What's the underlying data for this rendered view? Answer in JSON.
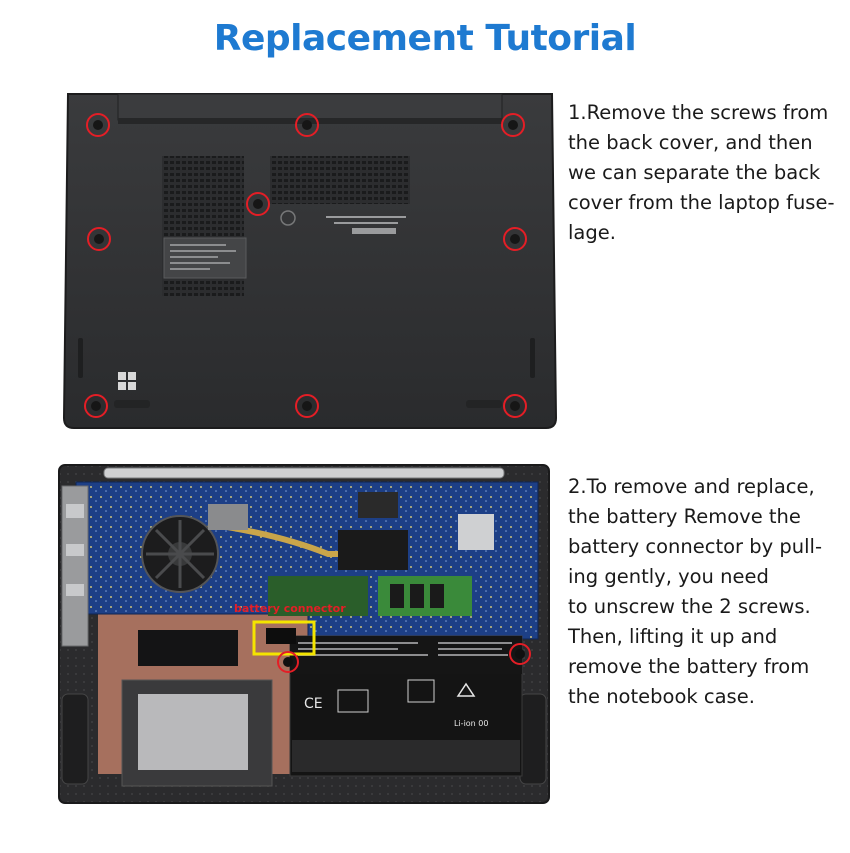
{
  "title": "Replacement Tutorial",
  "steps": [
    {
      "lines": [
        "1.Remove the screws from",
        "the back cover, and then",
        "we can separate the back",
        "cover from the laptop fuse-",
        "lage."
      ]
    },
    {
      "lines": [
        "2.To remove and replace,",
        "the battery Remove the",
        "battery connector by pull-",
        "ing gently, you need",
        "to unscrew the 2 screws.",
        "Then, lifting it up and",
        "remove the battery from",
        "the notebook case."
      ]
    }
  ],
  "annotation": {
    "battery_connector": "battery connector"
  },
  "battery_label": {
    "ce": "CE",
    "chemistry": "Li-ion 00"
  },
  "colors": {
    "title": "#1e7ad1",
    "screw_marker": "#e41e26",
    "connector_box": "#f4e500",
    "cover": "#2e2f31",
    "board": "#1d3f86"
  }
}
